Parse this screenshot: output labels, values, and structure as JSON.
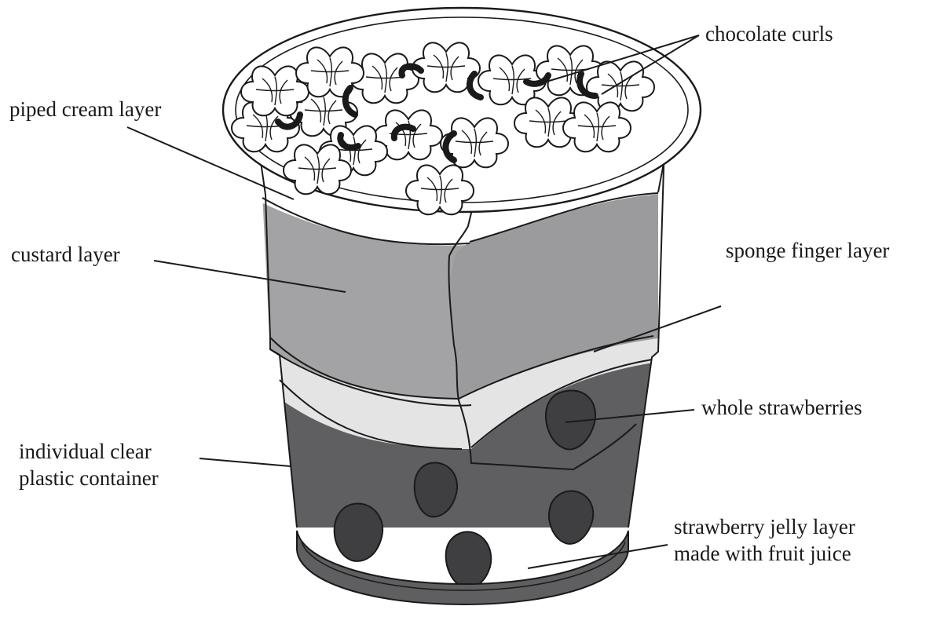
{
  "labels": {
    "chocolate_curls": "chocolate curls",
    "piped_cream_layer": "piped cream layer",
    "custard_layer": "custard layer",
    "sponge_finger_layer": "sponge finger layer",
    "whole_strawberries": "whole strawberries",
    "container_line1": "individual clear",
    "container_line2": "plastic container",
    "jelly_line1": "strawberry jelly layer",
    "jelly_line2": "made with fruit juice"
  },
  "colors": {
    "outline": "#1a1a1a",
    "cream": "#ffffff",
    "custard": "#a3a3a5",
    "sponge": "#e4e4e4",
    "jelly": "#5f5f61",
    "strawberry": "#3f3f41",
    "chocolate": "#1a1a1a"
  }
}
